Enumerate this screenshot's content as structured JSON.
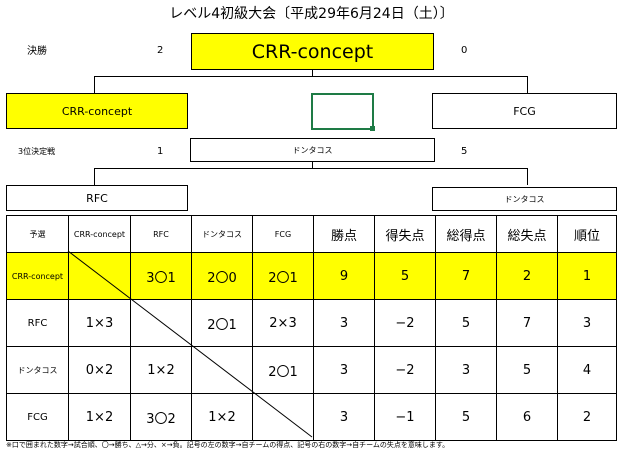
{
  "title": "レベル4初級大会〔平成29年6月24日（土）〕",
  "final": {
    "label": "決勝",
    "winner": "CRR-concept",
    "left_score": "2",
    "right_score": "0",
    "left_team": "CRR-concept",
    "right_team": "FCG"
  },
  "third_place": {
    "label": "3位決定戦",
    "winner": "ドンタコス",
    "left_score": "1",
    "right_score": "5",
    "left_team": "RFC",
    "right_team": "ドンタコス"
  },
  "table": {
    "headers": [
      "予選",
      "CRR-concept",
      "RFC",
      "ドンタコス",
      "FCG",
      "勝点",
      "得失点",
      "総得点",
      "総失点",
      "順位"
    ],
    "rows": [
      {
        "team": "CRR-concept",
        "r1": "",
        "r2": "3〇1",
        "r3": "2〇0",
        "r4": "2〇1",
        "pts": "9",
        "diff": "5",
        "gf": "7",
        "ga": "2",
        "rank": "1"
      },
      {
        "team": "RFC",
        "r1": "1×3",
        "r2": "",
        "r3": "2〇1",
        "r4": "2×3",
        "pts": "3",
        "diff": "−2",
        "gf": "5",
        "ga": "7",
        "rank": "3"
      },
      {
        "team": "ドンタコス",
        "r1": "0×2",
        "r2": "1×2",
        "r3": "",
        "r4": "2〇1",
        "pts": "3",
        "diff": "−2",
        "gf": "3",
        "ga": "5",
        "rank": "4"
      },
      {
        "team": "FCG",
        "r1": "1×2",
        "r2": "3〇2",
        "r3": "1×2",
        "r4": "",
        "pts": "3",
        "diff": "−1",
        "gf": "5",
        "ga": "6",
        "rank": "2"
      }
    ]
  },
  "footnote": "※口で囲まれた数字→試合順、〇→勝ち、△→分、×→負。記号の左の数字→自チームの得点、記号の右の数字→自チームの失点を意味します。"
}
